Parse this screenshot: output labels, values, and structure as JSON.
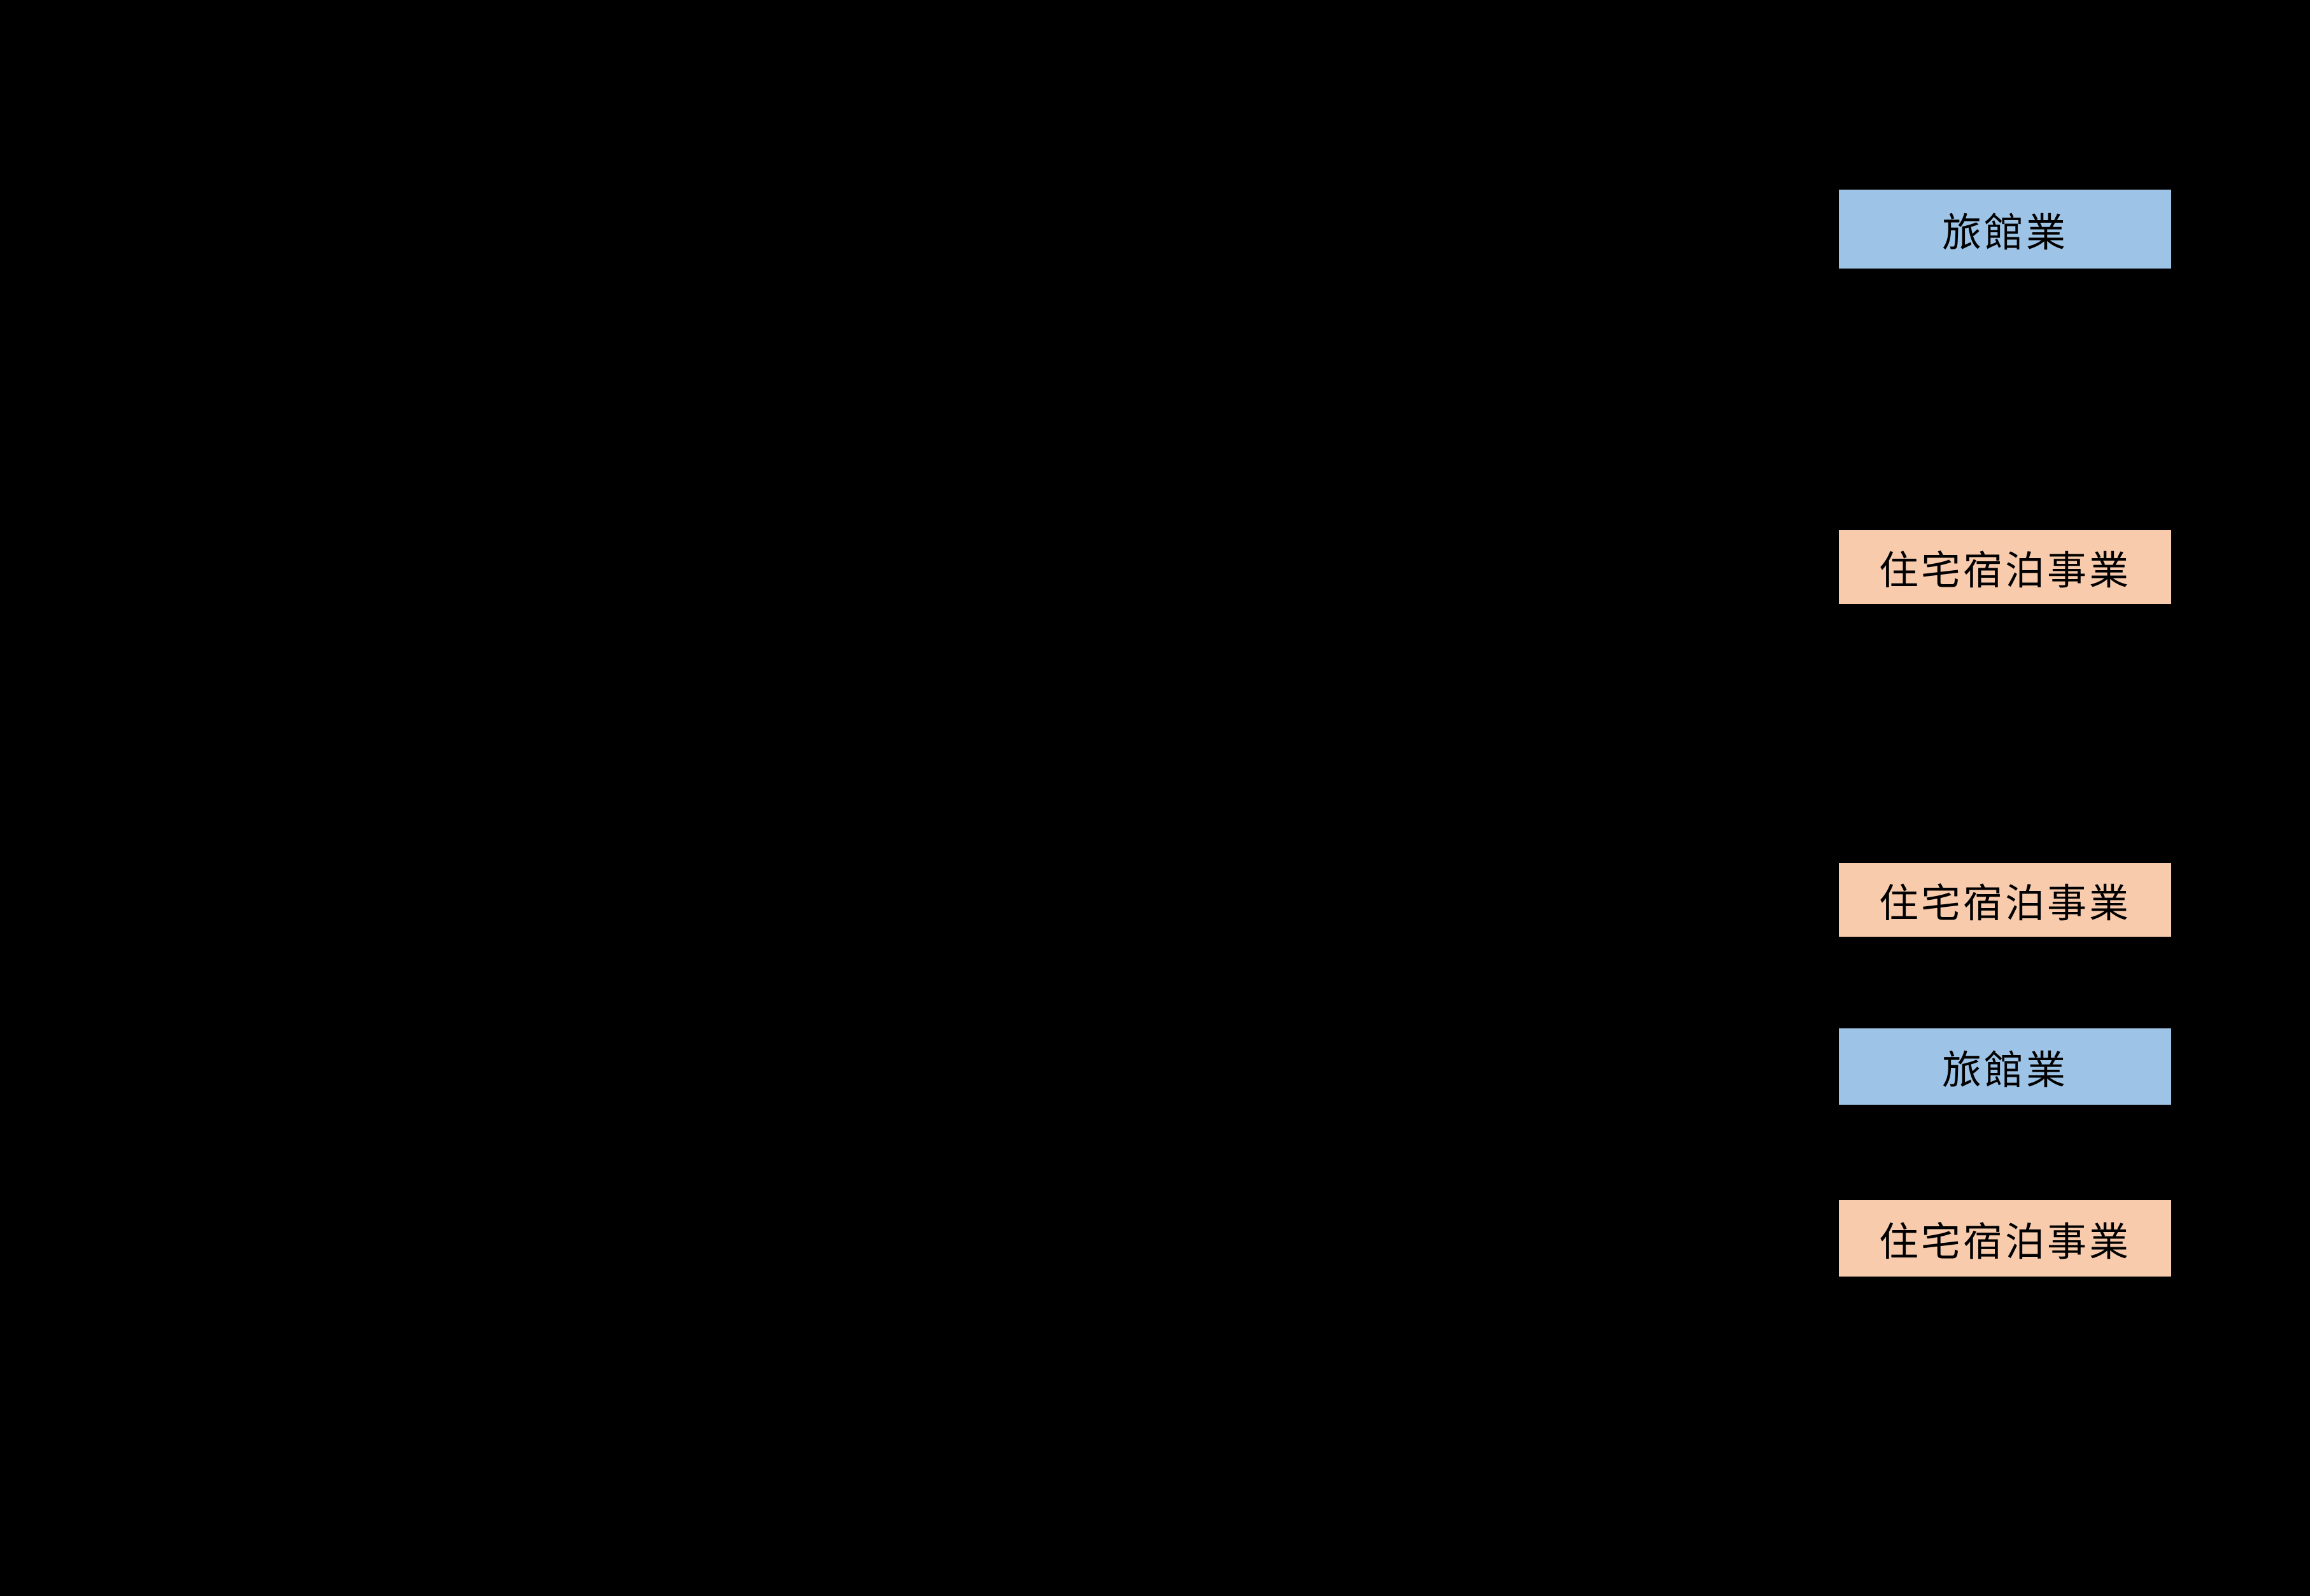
{
  "diagram": {
    "boxes": [
      {
        "label": "旅館業",
        "type": "ryokan"
      },
      {
        "label": "住宅宿泊事業",
        "type": "minpaku"
      },
      {
        "label": "住宅宿泊事業",
        "type": "minpaku"
      },
      {
        "label": "旅館業",
        "type": "ryokan"
      },
      {
        "label": "住宅宿泊事業",
        "type": "minpaku"
      }
    ],
    "colors": {
      "background": "#000000",
      "ryokan_blue": "#9DC3E6",
      "minpaku_orange": "#F8CBAD",
      "label_text": "#000000"
    }
  }
}
